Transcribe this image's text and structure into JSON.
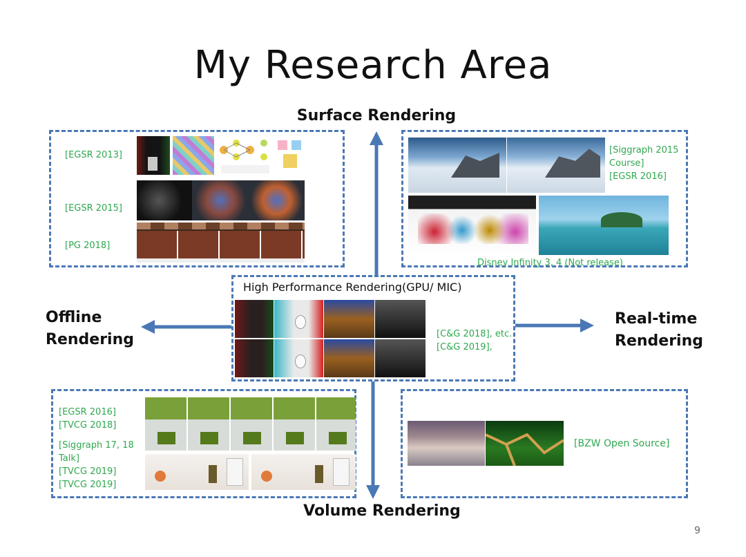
{
  "slide": {
    "title": "My Research Area",
    "page_number": "9"
  },
  "axes": {
    "top": "Surface Rendering",
    "bottom": "Volume Rendering",
    "left_line1": "Offline",
    "left_line2": "Rendering",
    "right_line1": "Real-time",
    "right_line2": "Rendering"
  },
  "offline_surface": {
    "c1": "[EGSR 2013]",
    "c2": "[EGSR 2015]",
    "c3": "[PG 2018]"
  },
  "realtime_surface": {
    "c1": "[Siggraph 2015",
    "c2": "Course]",
    "c3": "[EGSR 2016]",
    "caption": "Disney Infinity 3, 4 (Not release)"
  },
  "center": {
    "title": "High Performance Rendering(GPU/ MIC)",
    "c1": "[C&G 2018], etc.",
    "c2": "[C&G 2019],"
  },
  "offline_volume": {
    "c1": "[EGSR 2016]",
    "c2": "[TVCG 2018]",
    "c3": "[Siggraph 17, 18",
    "c4": "Talk]",
    "c5": "[TVCG 2019]",
    "c6": "[TVCG 2019]"
  },
  "realtime_volume": {
    "c1": "[BZW Open Source]"
  },
  "colors": {
    "accent": "#4a78b5",
    "citation": "#2fa84f"
  }
}
